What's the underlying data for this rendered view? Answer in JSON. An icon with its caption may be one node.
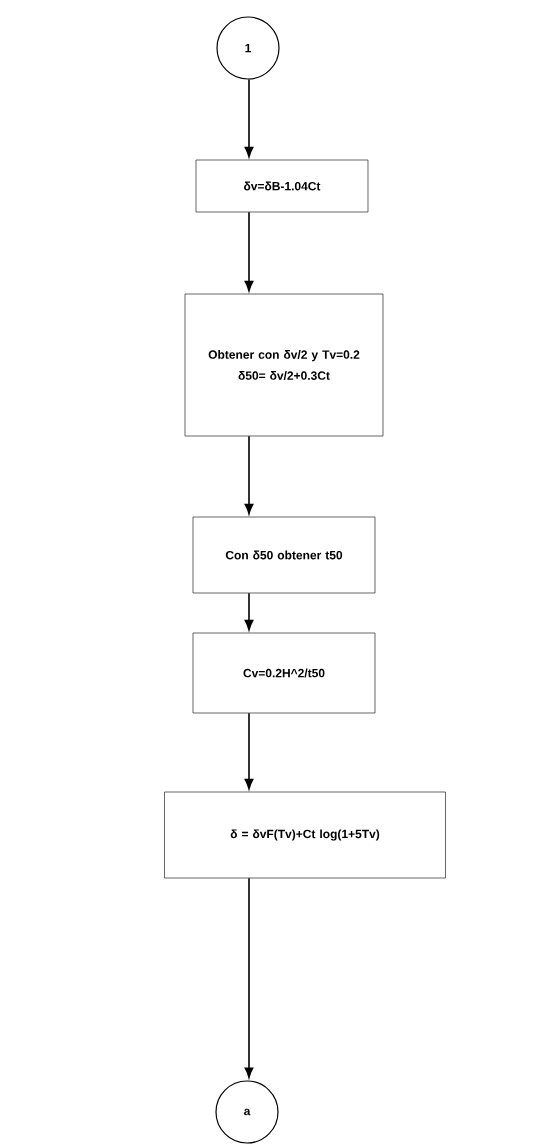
{
  "diagram": {
    "nodes": [
      {
        "text": [
          "1"
        ]
      },
      {
        "text": [
          "δv=δB-1.04Ct"
        ]
      },
      {
        "text": [
          "Obtener con δv/2 y Tv=0.2",
          "δ50= δv/2+0.3Ct"
        ]
      },
      {
        "text": [
          "Con δ50 obtener t50"
        ]
      },
      {
        "text": [
          "Cv=0.2H^2/t50"
        ]
      },
      {
        "text": [
          "δ = δvF(Tv)+Ct log(1+5Tv)"
        ]
      },
      {
        "text": [
          "a"
        ]
      }
    ],
    "edges": [
      {
        "from": 0,
        "to": 1,
        "arrow": "to"
      },
      {
        "from": 1,
        "to": 2,
        "arrow": "to"
      },
      {
        "from": 2,
        "to": 3,
        "arrow": "to"
      },
      {
        "from": 3,
        "to": 4,
        "arrow": "to"
      },
      {
        "from": 4,
        "to": 5,
        "arrow": "to"
      },
      {
        "from": 5,
        "to": 6,
        "arrow": "to"
      }
    ]
  }
}
